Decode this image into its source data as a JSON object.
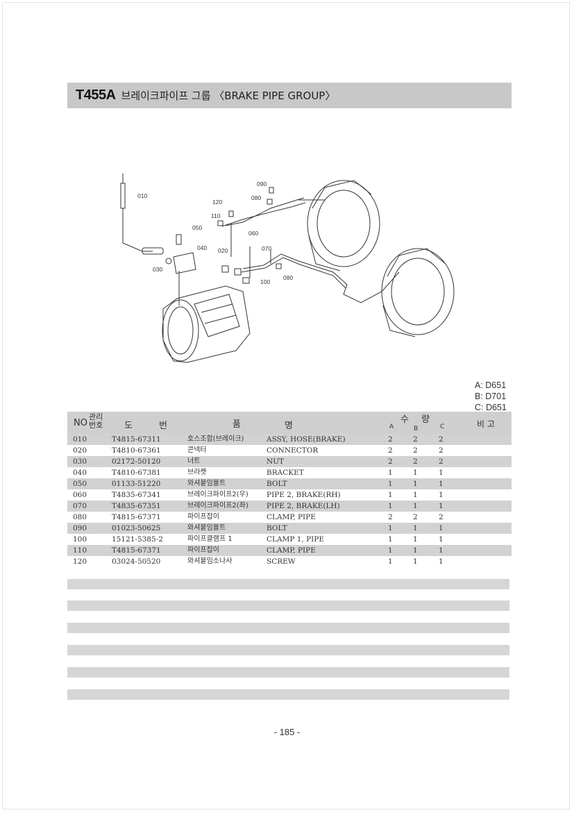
{
  "header": {
    "code": "T455A",
    "title": "브레이크파이프 그룹 〈BRAKE PIPE GROUP〉"
  },
  "diagram": {
    "callouts": [
      "010",
      "090",
      "080",
      "120",
      "110",
      "050",
      "060",
      "040",
      "020",
      "070",
      "030",
      "100",
      "080"
    ]
  },
  "legend": [
    "A: D651",
    "B: D701",
    "C: D651"
  ],
  "table": {
    "headers": {
      "no": "NO",
      "mgmt": "관리번호",
      "code_1": "도",
      "code_2": "번",
      "name_1": "품",
      "name_2": "명",
      "qty": "수 량",
      "a": "A",
      "b": "B",
      "c": "C",
      "remarks": "비 고"
    },
    "rows": [
      {
        "no": "010",
        "code": "T4815-67311",
        "kr": "호스조합(브레이크)",
        "en": "ASSY, HOSE(BRAKE)",
        "a": "2",
        "b": "2",
        "c": "2"
      },
      {
        "no": "020",
        "code": "T4810-67361",
        "kr": "콘넥터",
        "en": "CONNECTOR",
        "a": "2",
        "b": "2",
        "c": "2"
      },
      {
        "no": "030",
        "code": "02172-50120",
        "kr": "너트",
        "en": "NUT",
        "a": "2",
        "b": "2",
        "c": "2"
      },
      {
        "no": "040",
        "code": "T4810-67381",
        "kr": "브라켓",
        "en": "BRACKET",
        "a": "1",
        "b": "1",
        "c": "1"
      },
      {
        "no": "050",
        "code": "01133-51220",
        "kr": "와셔붙임볼트",
        "en": "BOLT",
        "a": "1",
        "b": "1",
        "c": "1"
      },
      {
        "no": "060",
        "code": "T4835-67341",
        "kr": "브레이크파이프2(우)",
        "en": "PIPE 2, BRAKE(RH)",
        "a": "1",
        "b": "1",
        "c": "1"
      },
      {
        "no": "070",
        "code": "T4835-67351",
        "kr": "브레이크파이프2(좌)",
        "en": "PIPE 2, BRAKE(LH)",
        "a": "1",
        "b": "1",
        "c": "1"
      },
      {
        "no": "080",
        "code": "T4815-67371",
        "kr": "파이프잡이",
        "en": "CLAMP, PIPE",
        "a": "2",
        "b": "2",
        "c": "2"
      },
      {
        "no": "090",
        "code": "01023-50625",
        "kr": "와셔붙임볼트",
        "en": "BOLT",
        "a": "1",
        "b": "1",
        "c": "1"
      },
      {
        "no": "100",
        "code": "15121-5385-2",
        "kr": "파이프클램프 1",
        "en": "CLAMP 1, PIPE",
        "a": "1",
        "b": "1",
        "c": "1"
      },
      {
        "no": "110",
        "code": "T4815-67371",
        "kr": "파이프잡이",
        "en": "CLAMP, PIPE",
        "a": "1",
        "b": "1",
        "c": "1"
      },
      {
        "no": "120",
        "code": "03024-50520",
        "kr": "와셔붙임소나사",
        "en": "SCREW",
        "a": "1",
        "b": "1",
        "c": "1"
      }
    ]
  },
  "footer": {
    "page_number": "- 185 -"
  }
}
